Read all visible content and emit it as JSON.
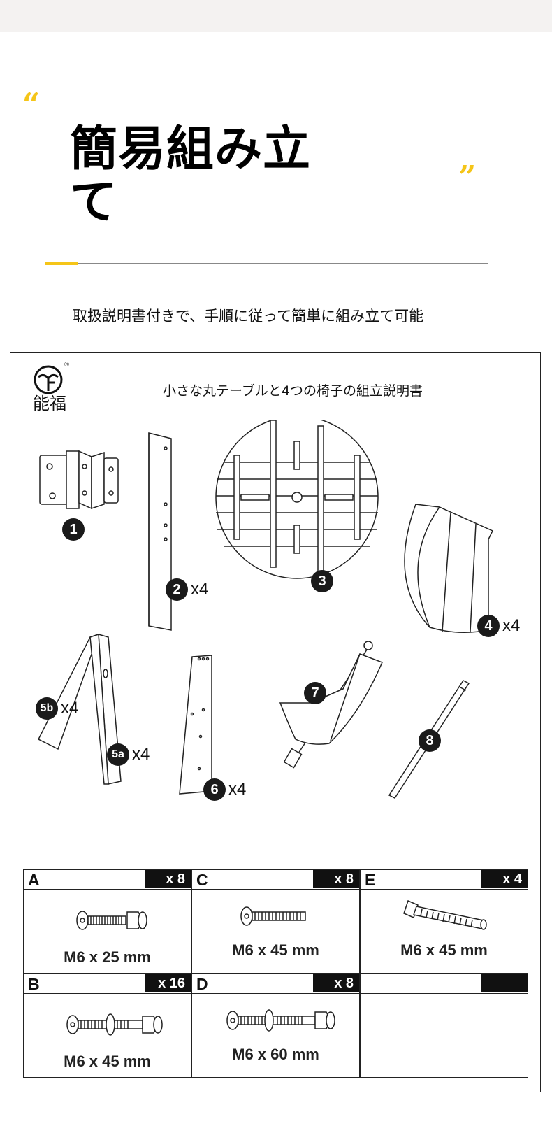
{
  "header": {
    "title": "簡易組み立て",
    "quote_open": "“",
    "quote_close": "”",
    "subtitle": "取扱説明書付きで、手順に従って簡単に組み立て可能"
  },
  "colors": {
    "accent": "#f5c518",
    "band": "#f4f2f1",
    "ink": "#111111"
  },
  "sheet": {
    "brand": "能福",
    "brand_mark": "®",
    "title": "小さな丸テーブルと4つの椅子の組立説明書"
  },
  "parts": [
    {
      "id": "1",
      "qty": ""
    },
    {
      "id": "2",
      "qty": "x4"
    },
    {
      "id": "3",
      "qty": ""
    },
    {
      "id": "4",
      "qty": "x4"
    },
    {
      "id": "5b",
      "qty": "x4"
    },
    {
      "id": "5a",
      "qty": "x4"
    },
    {
      "id": "6",
      "qty": "x4"
    },
    {
      "id": "7",
      "qty": ""
    },
    {
      "id": "8",
      "qty": ""
    }
  ],
  "hardware": [
    {
      "letter": "A",
      "count": "x 8",
      "size": "M6 x 25 mm"
    },
    {
      "letter": "C",
      "count": "x 8",
      "size": "M6 x 45 mm"
    },
    {
      "letter": "E",
      "count": "x 4",
      "size": "M6 x 45 mm"
    },
    {
      "letter": "B",
      "count": "x 16",
      "size": "M6 x 45 mm"
    },
    {
      "letter": "D",
      "count": "x 8",
      "size": "M6 x 60 mm"
    },
    {
      "letter": "",
      "count": "",
      "size": ""
    }
  ]
}
